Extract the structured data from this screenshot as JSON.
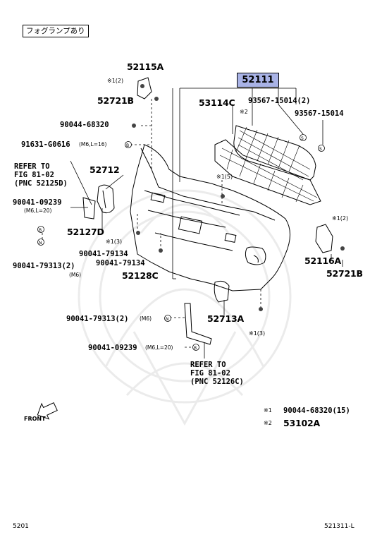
{
  "header_note": "フォグランプあり",
  "main_part": "52111",
  "parts": {
    "p52115a": "52115A",
    "n1_2_top": "※1(2)",
    "p52721b_top": "52721B",
    "p90044": "90044-68320",
    "p91631": "91631-G0616",
    "p91631_spec": "(M6,L=16)",
    "p52712": "52712",
    "p53114c": "53114C",
    "n2": "※2",
    "p93567_a": "93567-15014(2)",
    "p93567_b": "93567-15014",
    "n1_5": "※1(5)",
    "n1_2_right": "※1(2)",
    "p52116a": "52116A",
    "p52721b_right": "52721B",
    "p90041_09239_left": "90041-09239",
    "p90041_09239_left_spec": "(M6,L=20)",
    "p52127d": "52127D",
    "n1_3_left": "※1(3)",
    "p90041_79134_a": "90041-79134",
    "p90041_79134_b": "90041-79134",
    "p90041_79313_left": "90041-79313(2)",
    "p90041_79313_left_spec": "(M6)",
    "p52128c": "52128C",
    "p52713a": "52713A",
    "p90041_79313_bottom": "90041-79313(2)",
    "p90041_79313_bottom_spec": "(M6)",
    "n1_3_bottom": "※1(3)",
    "p90041_09239_bottom": "90041-09239",
    "p90041_09239_bottom_spec": "(M6,L=20)",
    "letter_n": "N",
    "letter_b": "B",
    "letter_s": "S"
  },
  "refers": {
    "left": [
      "REFER TO",
      "FIG 81-02",
      "(PNC 52125D)"
    ],
    "bottom": [
      "REFER TO",
      "FIG 81-02",
      "(PNC 52126C)"
    ]
  },
  "front_label": "FRONT",
  "legend": [
    {
      "mark": "※1",
      "text": "90044-68320(15)"
    },
    {
      "mark": "※2",
      "text": "53102A"
    }
  ],
  "footer": {
    "left": "5201",
    "right": "521311-L"
  }
}
